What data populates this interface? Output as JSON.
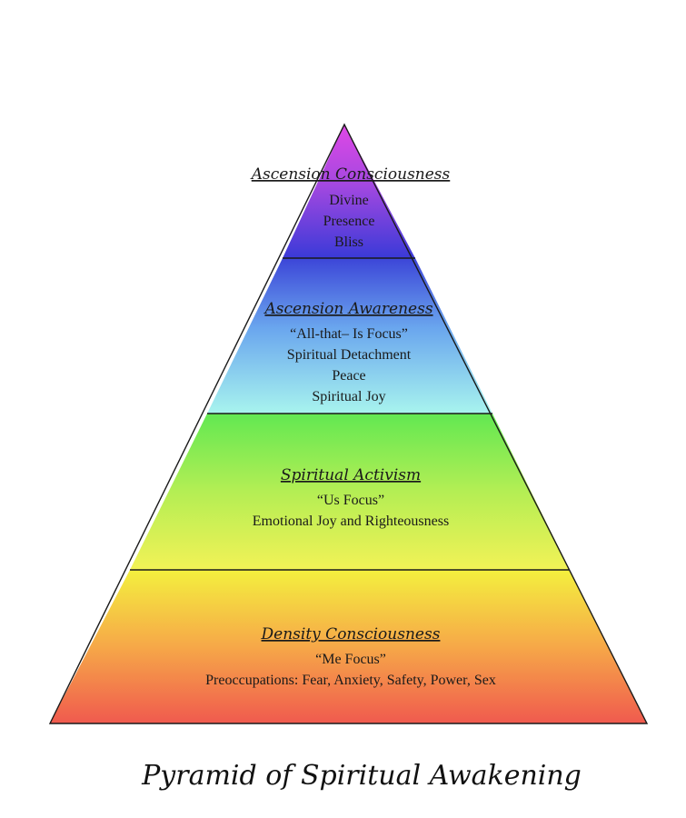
{
  "title": "Pyramid of  Spiritual Awakening",
  "tiers": [
    {
      "heading": "Ascension  Consciousness",
      "lines": [
        "Divine",
        "Presence",
        "Bliss"
      ]
    },
    {
      "heading": "Ascension Awareness",
      "lines": [
        "“All-that– Is Focus”",
        "Spiritual Detachment",
        "Peace",
        "Spiritual Joy"
      ]
    },
    {
      "heading": "Spiritual Activism",
      "lines": [
        "“Us Focus”",
        "Emotional Joy and Righteousness"
      ]
    },
    {
      "heading": "Density Consciousness",
      "lines": [
        "“Me Focus”",
        "Preoccupations: Fear, Anxiety, Safety, Power, Sex"
      ]
    }
  ],
  "colors": {
    "apex_top": "#e048e6",
    "apex_bottom": "#3a3ad8",
    "awareness_top": "#3c46d8",
    "awareness_bottom": "#a8f4ee",
    "activism_top": "#62e852",
    "activism_bottom": "#f2f256",
    "density_top": "#f4f03e",
    "density_bottom": "#f05a4e",
    "outline": "#1a1a1a"
  }
}
